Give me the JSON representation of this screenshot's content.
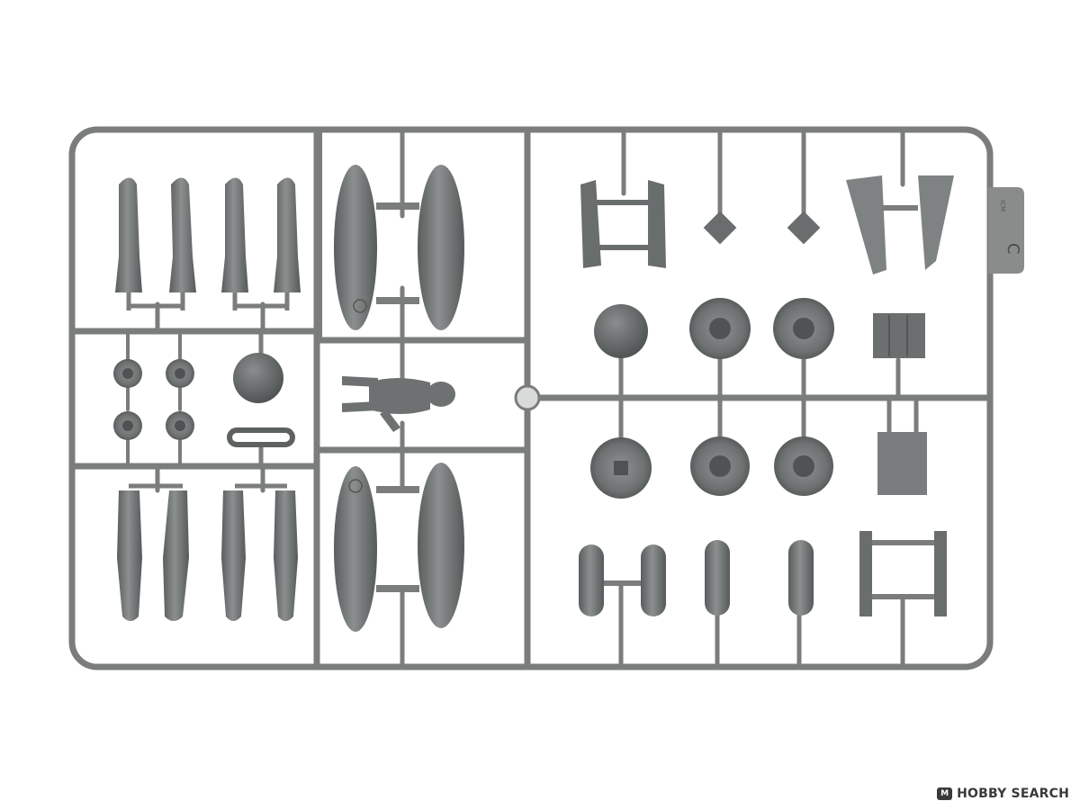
{
  "watermark": {
    "logo_glyph": "M",
    "text": "HOBBY SEARCH"
  },
  "sprue": {
    "tag_letter": "C",
    "tag_brand": "ICM",
    "runner_color": "#7b7d7d",
    "part_color": "#6f7272",
    "part_highlight": "#9a9d9d"
  }
}
